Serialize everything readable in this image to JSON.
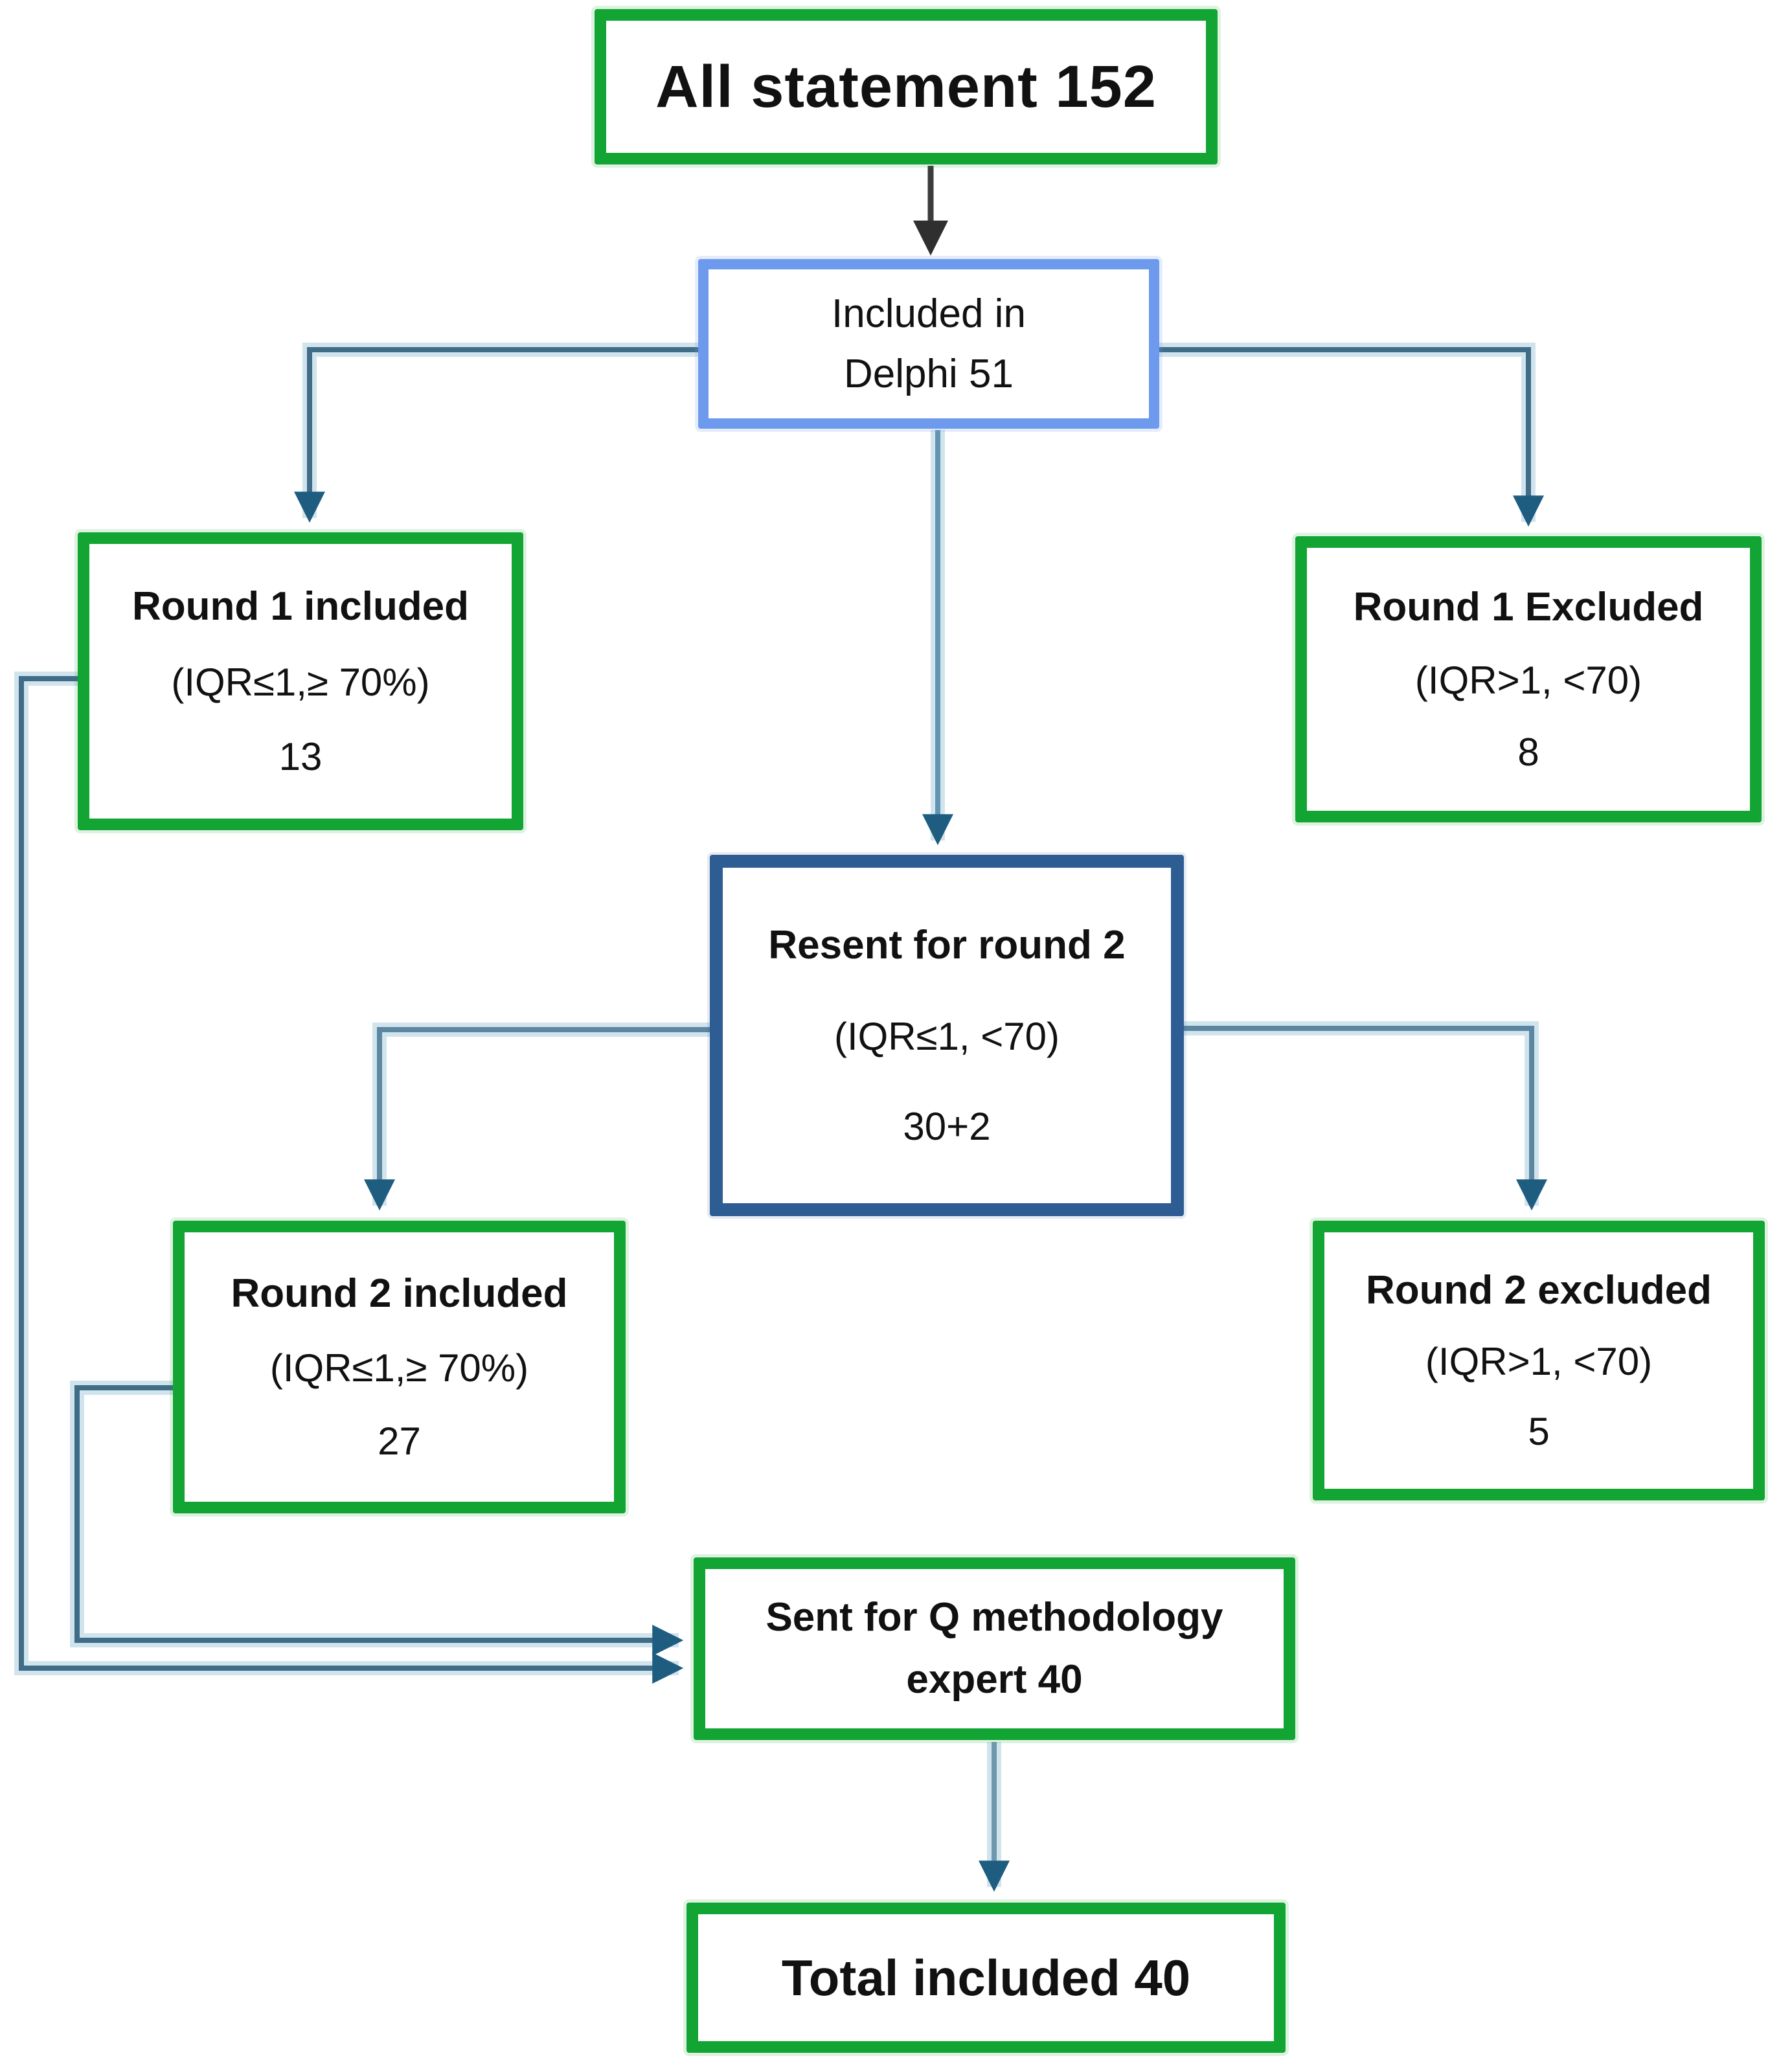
{
  "colors": {
    "green_border": "#13a533",
    "light_blue_border": "#6e9aed",
    "navy_border": "#2e5d94",
    "connector_steel_dark": "#3f6c86",
    "connector_steel_light": "#6195b2",
    "connector_halo": "#c2dbe8",
    "arrowhead_blue": "#1e5d80",
    "arrow_black": "#3c3c3c",
    "background": "#ffffff",
    "text": "#111111"
  },
  "nodes": {
    "all_statements": {
      "label": "All statement 152"
    },
    "included_in_delphi": {
      "line1": "Included in",
      "line2": "Delphi 51"
    },
    "round1_included": {
      "title": "Round 1 included",
      "criteria": "(IQR≤1,≥ 70%)",
      "count": "13"
    },
    "round1_excluded": {
      "title": "Round 1 Excluded",
      "criteria": "(IQR>1, <70)",
      "count": "8"
    },
    "resent_round2": {
      "title": "Resent for round 2",
      "criteria": "(IQR≤1, <70)",
      "count": "30+2"
    },
    "round2_included": {
      "title": "Round 2 included",
      "criteria": "(IQR≤1,≥ 70%)",
      "count": "27"
    },
    "round2_excluded": {
      "title": "Round 2 excluded",
      "criteria": "(IQR>1, <70)",
      "count": "5"
    },
    "q_methodology": {
      "line1": "Sent for Q methodology",
      "line2": "expert 40"
    },
    "total_included": {
      "label": "Total included 40"
    }
  },
  "edges": [
    {
      "from": "all_statements",
      "to": "included_in_delphi"
    },
    {
      "from": "included_in_delphi",
      "to": "round1_included"
    },
    {
      "from": "included_in_delphi",
      "to": "round1_excluded"
    },
    {
      "from": "included_in_delphi",
      "to": "resent_round2"
    },
    {
      "from": "resent_round2",
      "to": "round2_included"
    },
    {
      "from": "resent_round2",
      "to": "round2_excluded"
    },
    {
      "from": "round1_included",
      "to": "q_methodology"
    },
    {
      "from": "round2_included",
      "to": "q_methodology"
    },
    {
      "from": "q_methodology",
      "to": "total_included"
    }
  ]
}
